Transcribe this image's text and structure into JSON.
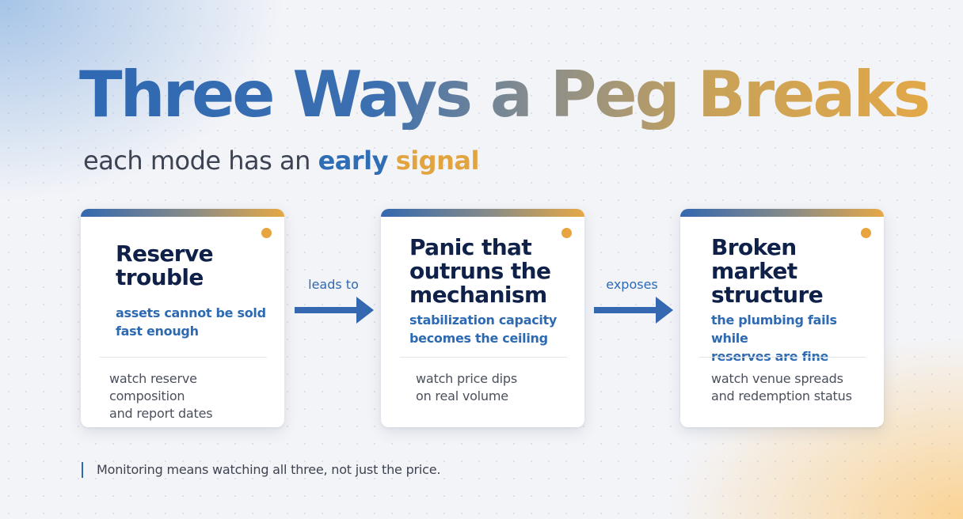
{
  "title": "Three Ways a Peg Breaks",
  "subtitle": {
    "prefix": "each mode has an ",
    "word1": "early",
    "space": " ",
    "word2": "signal"
  },
  "cards": [
    {
      "title_lines": [
        "Reserve",
        "trouble"
      ],
      "sub_lines": [
        "assets cannot be sold",
        "fast enough"
      ],
      "watch_lines": [
        "watch reserve composition",
        "and report dates"
      ]
    },
    {
      "title_lines": [
        "Panic that",
        "outruns the",
        "mechanism"
      ],
      "sub_lines": [
        "stabilization capacity",
        "becomes the ceiling"
      ],
      "watch_lines": [
        "watch price dips",
        "on real volume"
      ]
    },
    {
      "title_lines": [
        "Broken",
        "market",
        "structure"
      ],
      "sub_lines": [
        "the plumbing fails while",
        "reserves are fine"
      ],
      "watch_lines": [
        "watch venue spreads",
        "and redemption status"
      ]
    }
  ],
  "connectors": [
    {
      "label": "leads to"
    },
    {
      "label": "exposes"
    }
  ],
  "footer": "Monitoring means watching all three, not just the price.",
  "colors": {
    "blue": "#2e6ab2",
    "orange": "#e8a53f",
    "navy": "#0f2149"
  },
  "icons": [
    "arrow-right-icon",
    "status-dot-icon"
  ]
}
